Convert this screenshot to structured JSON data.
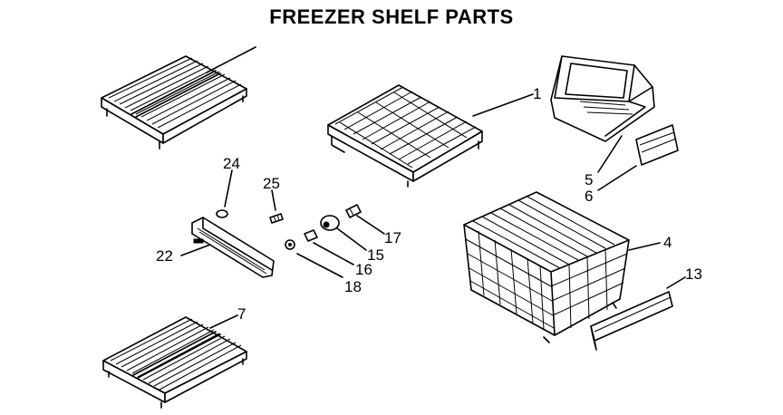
{
  "title": "FREEZER SHELF PARTS",
  "callouts": {
    "c1": "1",
    "c4": "4",
    "c5": "5",
    "c6": "6",
    "c7": "7",
    "c13": "13",
    "c15": "15",
    "c16": "16",
    "c17": "17",
    "c18": "18",
    "c22": "22",
    "c24": "24",
    "c25": "25"
  }
}
